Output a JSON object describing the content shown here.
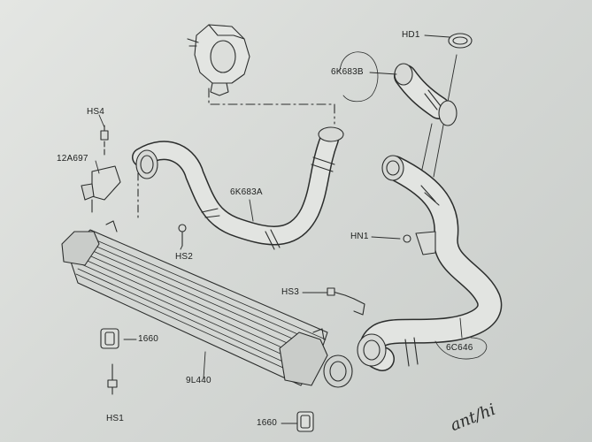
{
  "labels": {
    "hd1": "HD1",
    "p6k683b": "6K683B",
    "hs4": "HS4",
    "p12a697": "12A697",
    "p6k683a": "6K683A",
    "hn1": "HN1",
    "hs2": "HS2",
    "hs3": "HS3",
    "p1660_top": "1660",
    "p9l440": "9L440",
    "p6c646": "6C646",
    "hs1": "HS1",
    "p1660_bottom": "1660"
  },
  "handwriting": {
    "note": "ant/hi"
  }
}
